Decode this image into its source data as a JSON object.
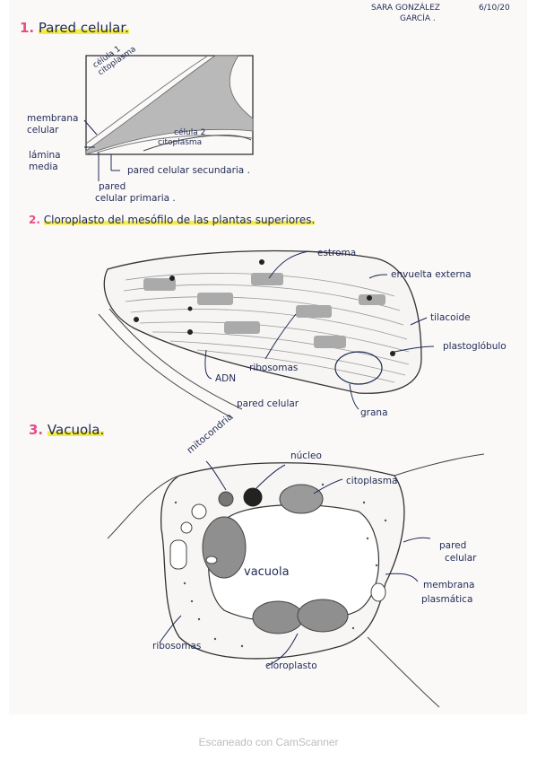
{
  "header": {
    "name_line1": "SARA GONZÁLEZ",
    "name_line2": "GARCÍA .",
    "date": "6/10/20"
  },
  "sections": [
    {
      "number": "1.",
      "title": "Pared celular."
    },
    {
      "number": "2.",
      "title": "Cloroplasto del mesófilo de las plantas superiores."
    },
    {
      "number": "3.",
      "title": "Vacuola."
    }
  ],
  "diagram1": {
    "cell1": "célula 1 citoplasma",
    "cell2_line1": "célula 2",
    "cell2_line2": "citoplasma",
    "membrane_line1": "membrana",
    "membrane_line2": "celular",
    "middle_line1": "lámina",
    "middle_line2": "media",
    "primary_line1": "pared",
    "primary_line2": "celular primaria .",
    "secondary": "pared celular secundaria ."
  },
  "diagram2": {
    "stroma": "estroma",
    "outer": "envuelta externa",
    "thylakoid": "tilacoide",
    "plastoglobule": "plastoglóbulo",
    "ribosomes": "ribosomas",
    "dna": "ADN",
    "wall": "pared celular",
    "granum": "grana"
  },
  "diagram3": {
    "mito": "mitocondria",
    "nucleus": "núcleo",
    "cytoplasm": "citoplasma",
    "wall_line1": "pared",
    "wall_line2": "celular",
    "plasma_line1": "membrana",
    "plasma_line2": "plasmática",
    "vacuole": "vacuola",
    "ribosomes": "ribosomas",
    "chloroplast": "cloroplasto"
  },
  "footer": "Escaneado con CamScanner",
  "colors": {
    "ink": "#1f2a55",
    "number_pink": "#e64b87",
    "highlight": "#f4ec3f"
  }
}
